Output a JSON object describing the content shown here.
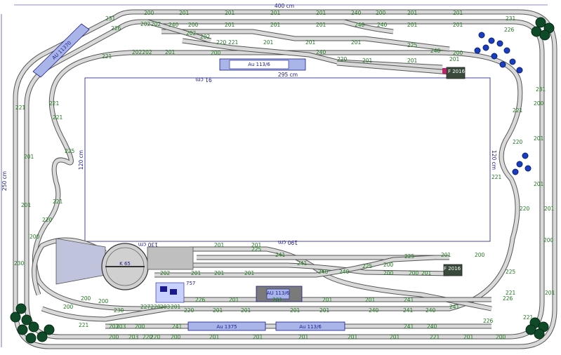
{
  "layout": {
    "dimensions": {
      "outer_width": "400 cm",
      "outer_height": "250 cm",
      "inner_width": "295 cm",
      "inner_width_bottom": "190 cm",
      "inner_height_left": "120 cm",
      "inner_height_right": "120 cm",
      "inner_width_top_mirrored": "91 cm"
    },
    "labels": {
      "l200": "200",
      "l201": "201",
      "l202": "202",
      "l203": "203",
      "l220": "220",
      "l221": "221",
      "l225": "225",
      "l226": "226",
      "l227": "227",
      "l230": "230",
      "l231": "231",
      "l240": "240",
      "l241": "241",
      "l202pair": "202202",
      "l227x": "227220"
    },
    "buildings": {
      "station_top": "Au 113/6",
      "station_bottom_left": "Au 1375",
      "station_bottom_right": "Au 113/6",
      "shed_left": "130 cm",
      "turntable": "K 65",
      "goods": "AU 113/6",
      "shed_right": "F 2016",
      "shed_top_right": "F 2016",
      "small_bldg": "757",
      "upper_left_platform": "AU 11370"
    },
    "colors": {
      "track_fill": "#d9d9d9",
      "track_edge": "#555555",
      "label": "#1f7a1f",
      "dimension": "#1a1a8c",
      "platform": "#a9b5e8",
      "tree": "#0f4a28",
      "bush": "#1a3ec0"
    }
  }
}
